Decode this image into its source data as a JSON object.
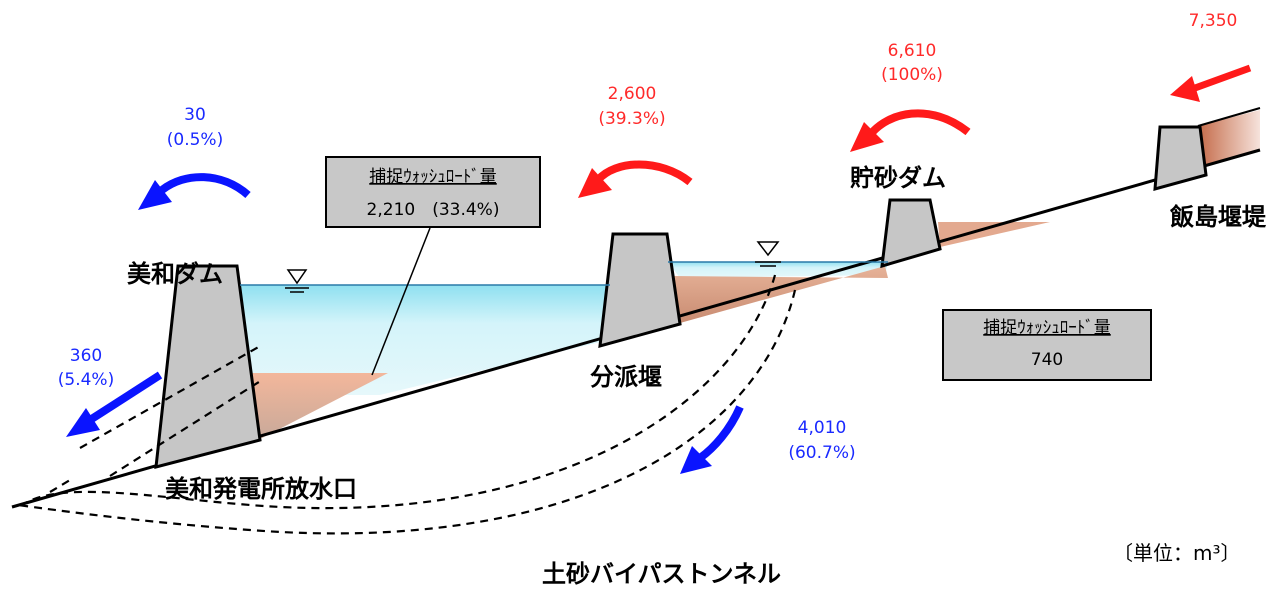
{
  "labels": {
    "miwa_dam": "美和ダム",
    "bunpa_weir": "分派堰",
    "chosa_dam": "貯砂ダム",
    "iijima_weir": "飯島堰堤",
    "outlet": "美和発電所放水口",
    "tunnel": "土砂バイパストンネル",
    "unit": "〔単位：m³〕"
  },
  "boxes": [
    {
      "title": "捕捉ｳｫｯｼｭﾛｰﾄﾞ量",
      "value": "2,210　(33.4%)"
    },
    {
      "title": "捕捉ｳｫｯｼｭﾛｰﾄﾞ量",
      "value": "740"
    }
  ],
  "flows": [
    {
      "value": "7,350",
      "pct": ""
    },
    {
      "value": "6,610",
      "pct": "(100%)"
    },
    {
      "value": "2,600",
      "pct": "(39.3%)"
    },
    {
      "value": "30",
      "pct": "(0.5%)"
    },
    {
      "value": "360",
      "pct": "(5.4%)"
    },
    {
      "value": "4,010",
      "pct": "(60.7%)"
    }
  ],
  "colors": {
    "inflow_arrow": "#ff1a1a",
    "outflow_arrow": "#0a14ff",
    "water": "#c6f0f8",
    "sediment": "#e8a585",
    "dam": "#c8c8c8"
  }
}
